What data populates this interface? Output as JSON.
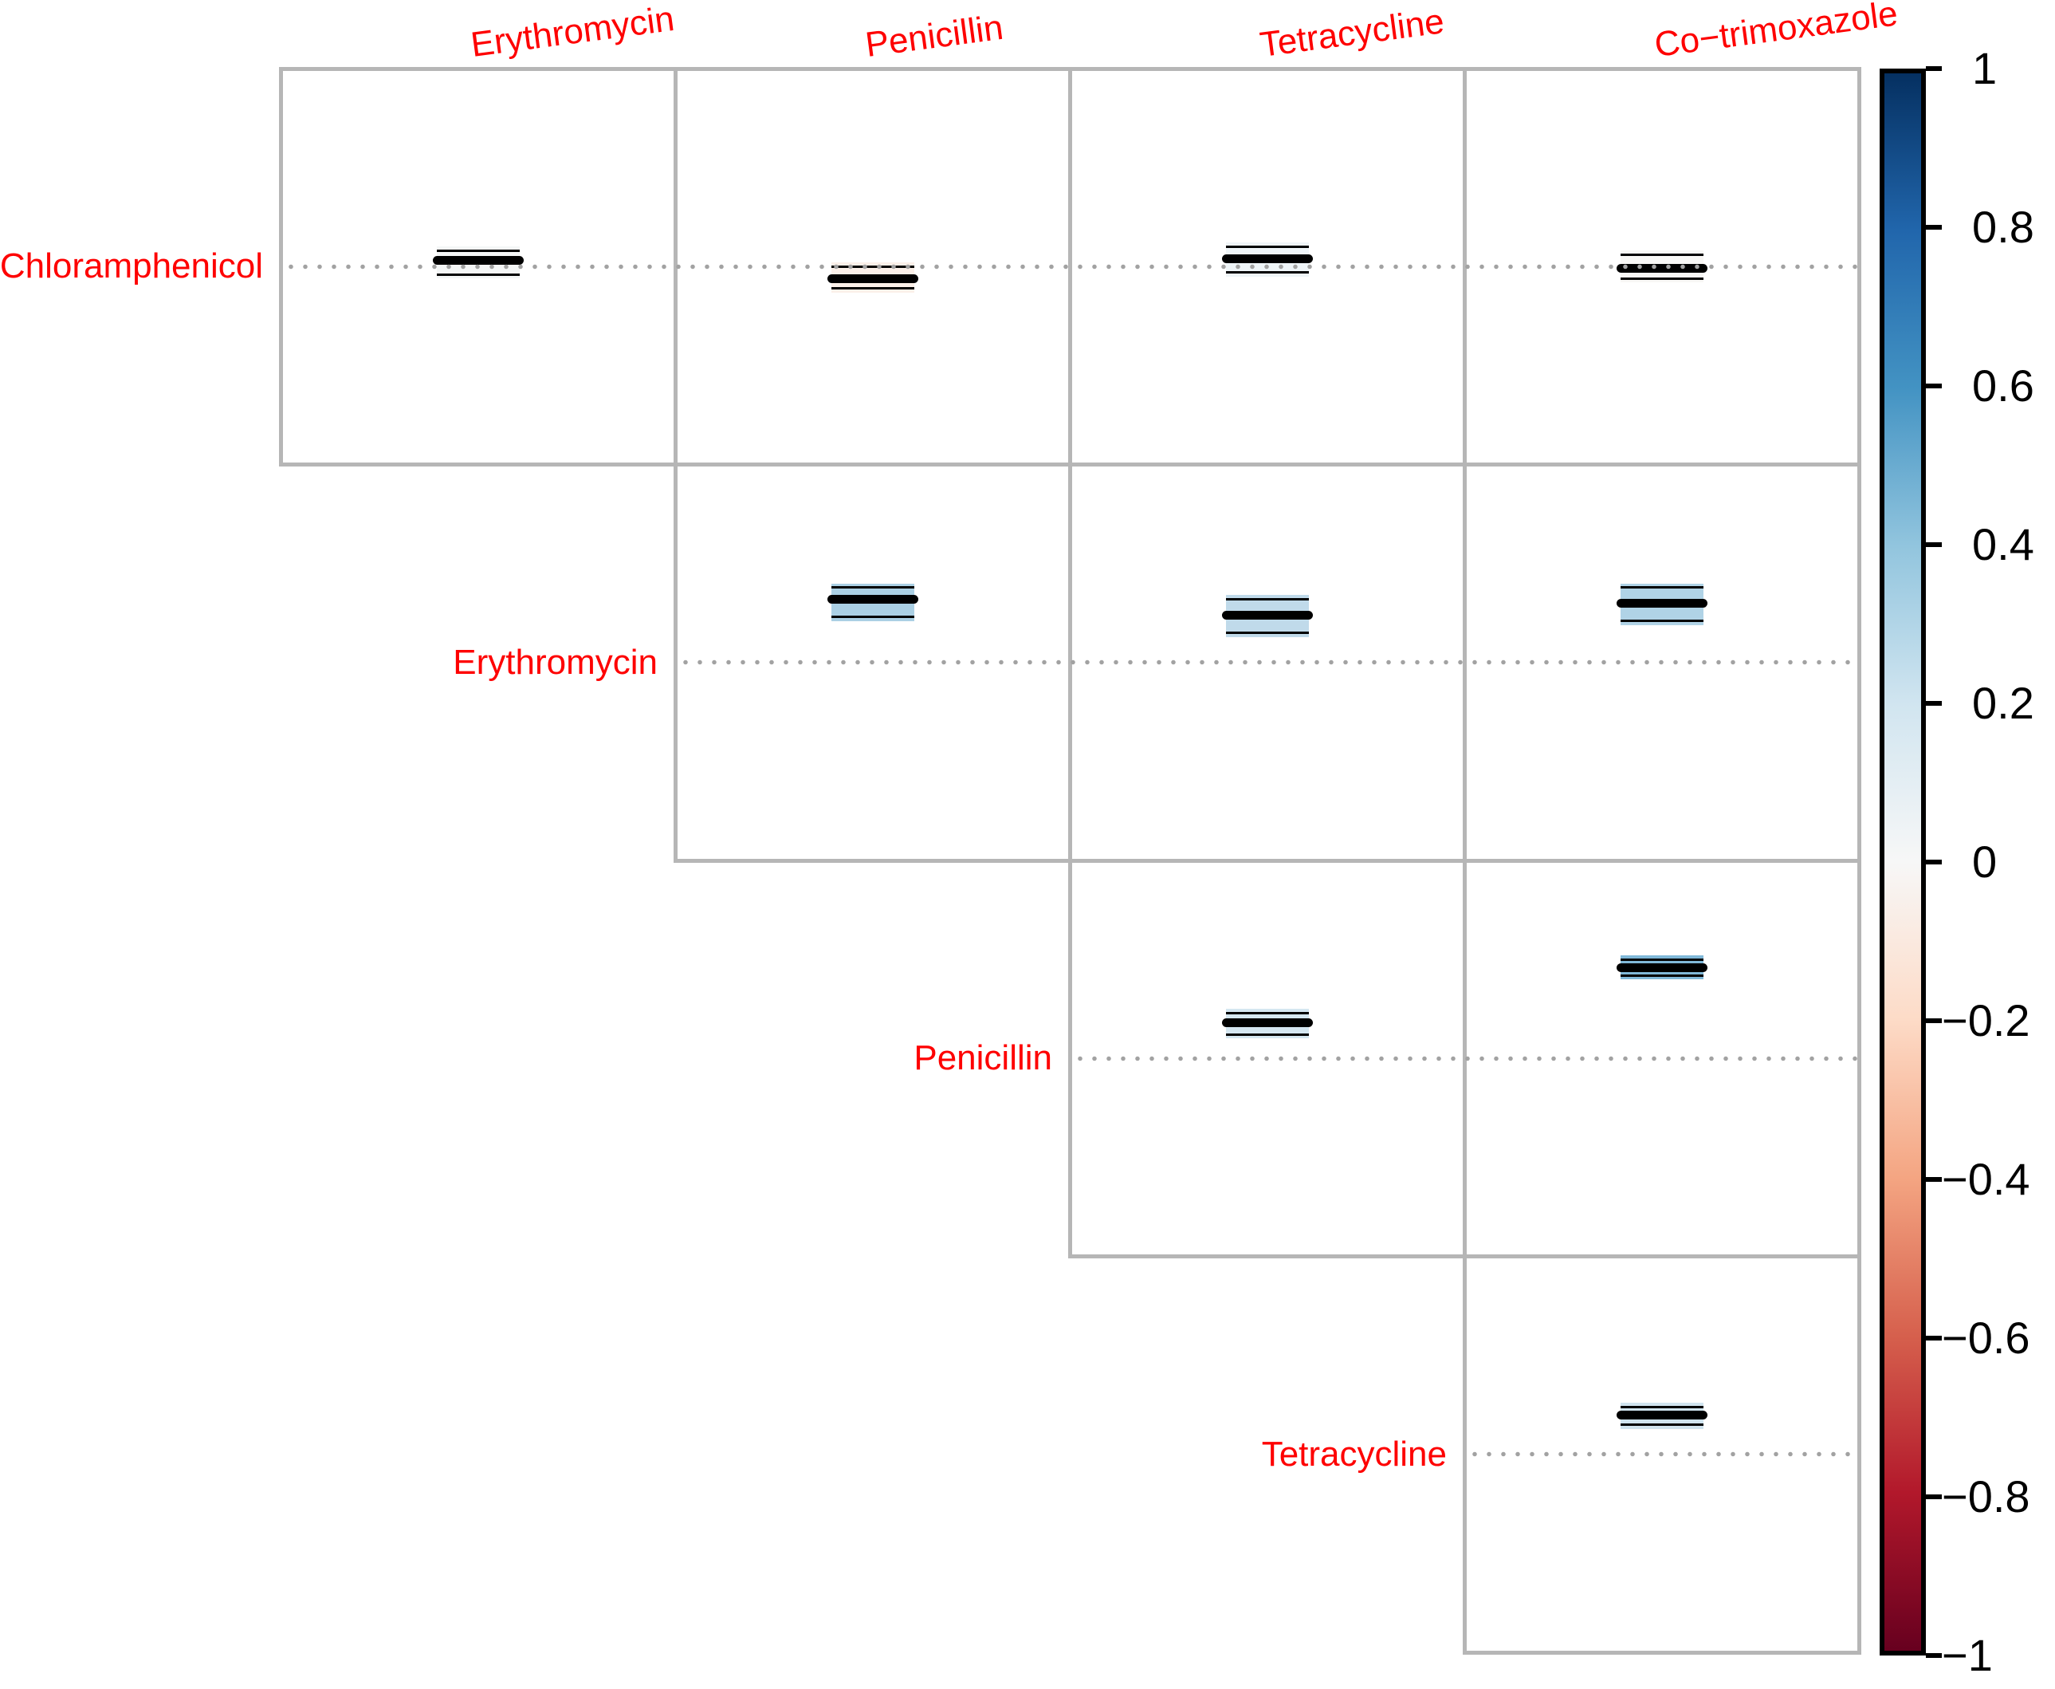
{
  "chart_data": {
    "type": "correlation-ci-matrix",
    "title": "",
    "variables": [
      "Chloramphenicol",
      "Erythromycin",
      "Penicillin",
      "Tetracycline",
      "Co-trimoxazole"
    ],
    "row_labels": [
      "Chloramphenicol",
      "Erythromycin",
      "Penicillin",
      "Tetracycline"
    ],
    "col_labels": [
      "Erythromycin",
      "Penicillin",
      "Tetracycline",
      "Co−trimoxazole"
    ],
    "label_color": "#fe0000",
    "zero_line_style": "dotted",
    "grid_color": "#b6b6b6",
    "value_axis_range_per_cell": [
      -1,
      1
    ],
    "pairs": [
      {
        "row": "Chloramphenicol",
        "col": "Erythromycin",
        "row_idx": 0,
        "col_idx": 0,
        "r": 0.03,
        "ci_low": -0.04,
        "ci_high": 0.08,
        "band_color": "#f4f6f6"
      },
      {
        "row": "Chloramphenicol",
        "col": "Penicillin",
        "row_idx": 0,
        "col_idx": 1,
        "r": -0.06,
        "ci_low": -0.11,
        "ci_high": 0.0,
        "band_color": "#fbf0e9"
      },
      {
        "row": "Chloramphenicol",
        "col": "Tetracycline",
        "row_idx": 0,
        "col_idx": 2,
        "r": 0.04,
        "ci_low": -0.03,
        "ci_high": 0.1,
        "band_color": "#eff5f8"
      },
      {
        "row": "Chloramphenicol",
        "col": "Co-trimoxazole",
        "row_idx": 0,
        "col_idx": 3,
        "r": -0.01,
        "ci_low": -0.06,
        "ci_high": 0.06,
        "band_color": "#f8f7f5"
      },
      {
        "row": "Erythromycin",
        "col": "Penicillin",
        "row_idx": 1,
        "col_idx": 1,
        "r": 0.32,
        "ci_low": 0.23,
        "ci_high": 0.38,
        "band_color": "#abd0e4"
      },
      {
        "row": "Erythromycin",
        "col": "Tetracycline",
        "row_idx": 1,
        "col_idx": 2,
        "r": 0.24,
        "ci_low": 0.15,
        "ci_high": 0.32,
        "band_color": "#c0daea"
      },
      {
        "row": "Erythromycin",
        "col": "Co-trimoxazole",
        "row_idx": 1,
        "col_idx": 3,
        "r": 0.3,
        "ci_low": 0.21,
        "ci_high": 0.38,
        "band_color": "#b0d3e6"
      },
      {
        "row": "Penicillin",
        "col": "Tetracycline",
        "row_idx": 2,
        "col_idx": 2,
        "r": 0.18,
        "ci_low": 0.12,
        "ci_high": 0.23,
        "band_color": "#d5e7f1"
      },
      {
        "row": "Penicillin",
        "col": "Co-trimoxazole",
        "row_idx": 2,
        "col_idx": 3,
        "r": 0.46,
        "ci_low": 0.42,
        "ci_high": 0.5,
        "band_color": "#80b8d8"
      },
      {
        "row": "Tetracycline",
        "col": "Co-trimoxazole",
        "row_idx": 3,
        "col_idx": 3,
        "r": 0.2,
        "ci_low": 0.15,
        "ci_high": 0.24,
        "band_color": "#d0e4ef"
      }
    ],
    "colorbar": {
      "range_top": 1,
      "range_bottom": -1,
      "ticks": [
        {
          "label": "1",
          "value": 1.0
        },
        {
          "label": "0.8",
          "value": 0.8
        },
        {
          "label": "0.6",
          "value": 0.6
        },
        {
          "label": "0.4",
          "value": 0.4
        },
        {
          "label": "0.2",
          "value": 0.2
        },
        {
          "label": "0",
          "value": 0.0
        },
        {
          "label": "−0.2",
          "value": -0.2
        },
        {
          "label": "−0.4",
          "value": -0.4
        },
        {
          "label": "−0.6",
          "value": -0.6
        },
        {
          "label": "−0.8",
          "value": -0.8
        },
        {
          "label": "−1",
          "value": -1.0
        }
      ],
      "gradient_stops": [
        "#053061",
        "#2166AC",
        "#4393C3",
        "#92C5DE",
        "#D1E5F0",
        "#F7F7F7",
        "#FDDBC7",
        "#F4A582",
        "#D6604D",
        "#B2182B",
        "#67001F"
      ]
    }
  }
}
